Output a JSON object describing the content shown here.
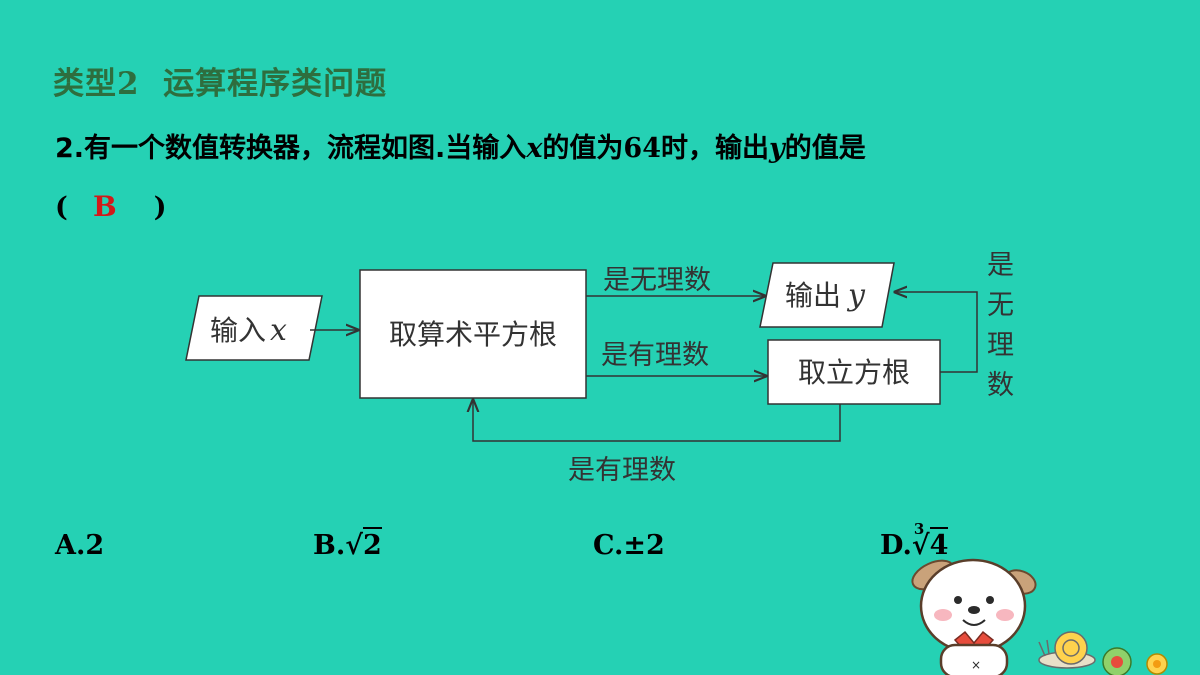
{
  "section": {
    "title_prefix": "类型",
    "title_num": "2",
    "title_rest": "运算程序类问题"
  },
  "question": {
    "part1": "2.有一个数值转换器，流程如图.当输入",
    "var_x": "x",
    "part2": "的值为",
    "num": "64",
    "part3": "时，输出",
    "var_y": "y",
    "part4": "的值是"
  },
  "answer": {
    "open": "(",
    "close": ")",
    "value": "B"
  },
  "flowchart": {
    "input_label": "输入",
    "input_var": "x",
    "sqrt_box": "取算术平方根",
    "irrational_top": "是无理数",
    "rational_mid": "是有理数",
    "output_label": "输出",
    "output_var": "y",
    "cbrt_box": "取立方根",
    "side_chars": [
      "是",
      "无",
      "理",
      "数"
    ],
    "rational_bottom": "是有理数"
  },
  "options": [
    {
      "letter": "A.",
      "value": "2"
    },
    {
      "letter": "B.",
      "radical": "√",
      "value": "2"
    },
    {
      "letter": "C.",
      "value": "±2"
    },
    {
      "letter": "D.",
      "index": "3",
      "radical": "√",
      "value": "4"
    }
  ],
  "colors": {
    "background": "#25d1b4",
    "title": "#2e6e3e",
    "answer": "#d11a1a",
    "flow_box": "#ffffff",
    "flow_line": "#333333"
  }
}
